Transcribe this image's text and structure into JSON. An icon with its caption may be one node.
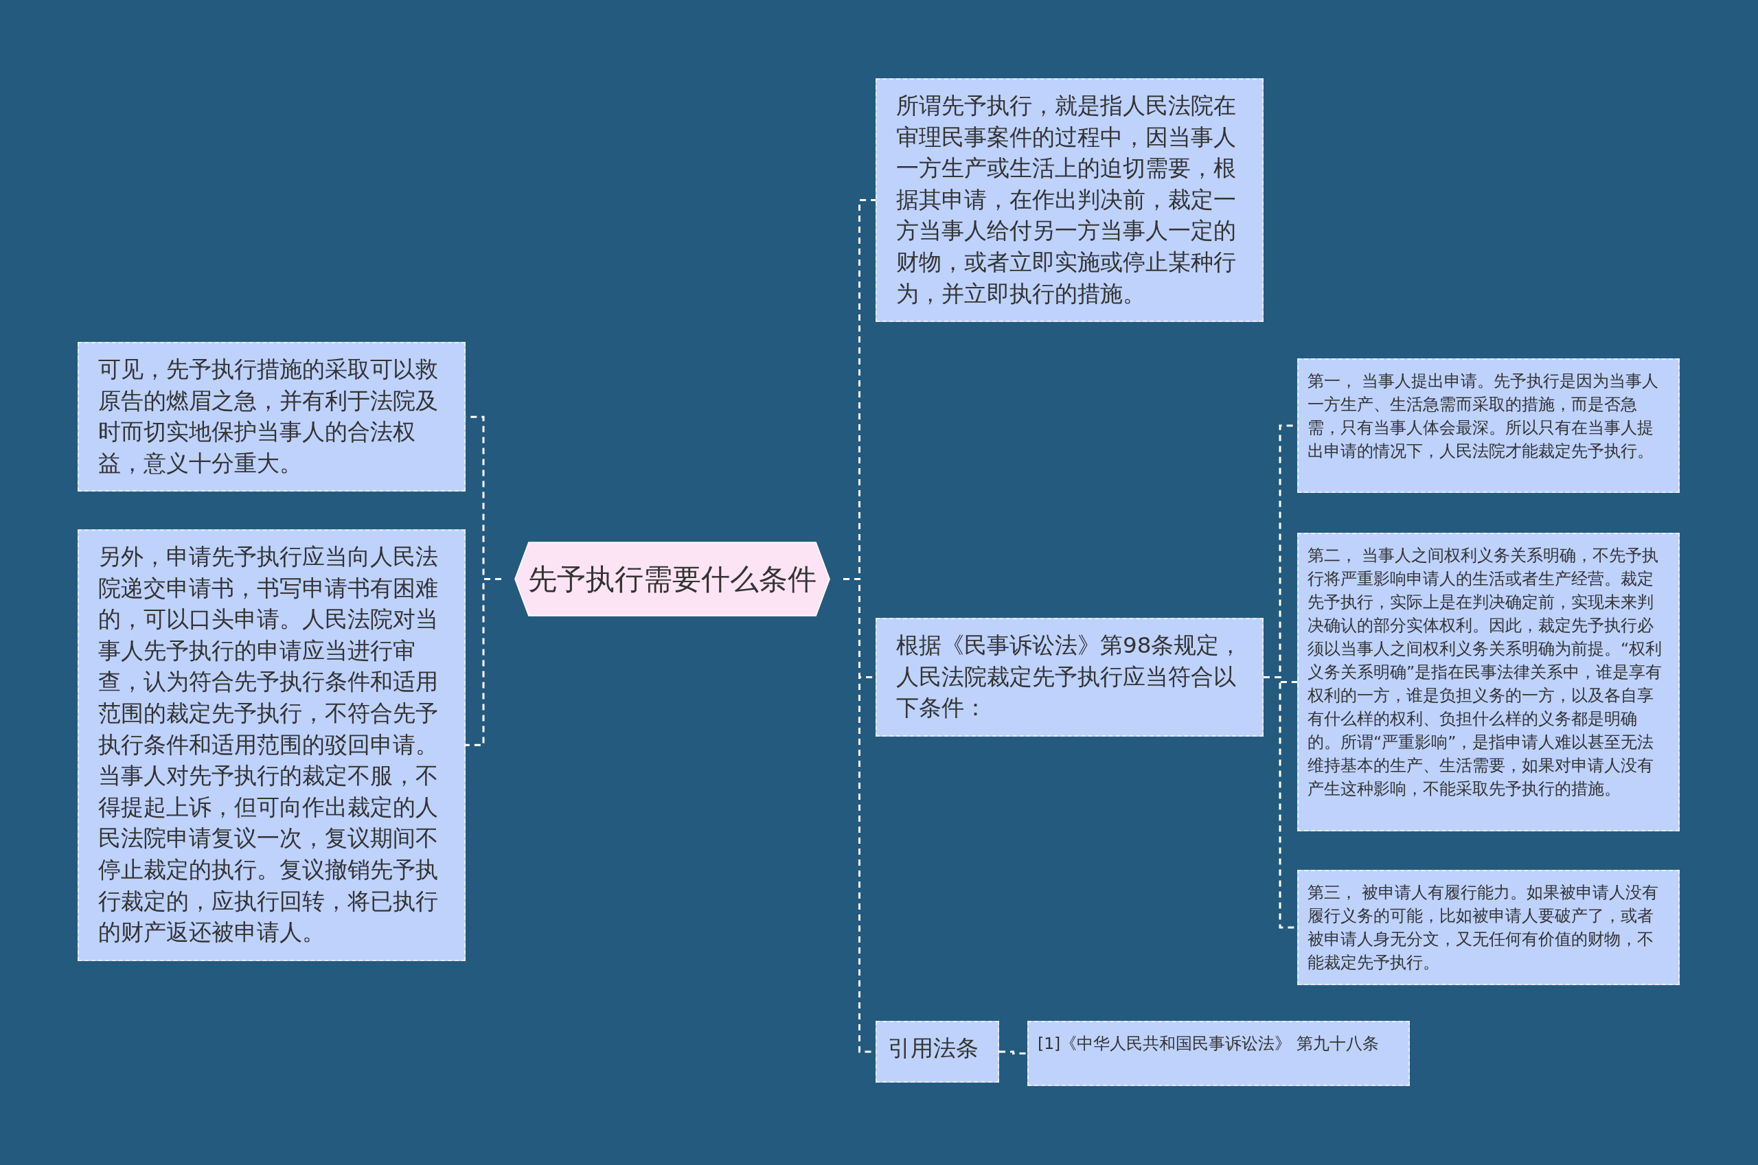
{
  "diagram": {
    "nodes": [
      {
        "text": [
          "先予执行需要什么条件"
        ]
      },
      {
        "text": [
          "可见，先予执行措施的采取可以救原告的燃眉之急，并有利于法院及时而切实地保护当事人的合法权益，意义十分重大。"
        ]
      },
      {
        "text": [
          "另外，申请先予执行应当向人民法院递交申请书，书写申请书有困难的，可以口头申请。人民法院对当事人先予执行的申请应当进行审查，认为符合先予执行条件和适用范围的裁定先予执行，不符合先予执行条件和适用范围的驳回申请。当事人对先予执行的裁定不服，不得提起上诉，但可向作出裁定的人民法院申请复议一次，复议期间不停止裁定的执行。复议撤销先予执行裁定的，应执行回转，将已执行的财产返还被申请人。"
        ]
      },
      {
        "text": [
          "所谓先予执行，就是指人民法院在审理民事案件的过程中，因当事人一方生产或生活上的迫切需要，根据其申请，在作出判决前，裁定一方当事人给付另一方当事人一定的财物，或者立即实施或停止某种行为，并立即执行的措施。"
        ]
      },
      {
        "text": [
          "根据《民事诉讼法》第98条规定，人民法院裁定先予执行应当符合以下条件："
        ]
      },
      {
        "text": [
          "第一， 当事人提出申请。先予执行是因为当事人一方生产、生活急需而采取的措施，而是否急需，只有当事人体会最深。所以只有在当事人提出申请的情况下，人民法院才能裁定先予执行。"
        ]
      },
      {
        "text": [
          "第二， 当事人之间权利义务关系明确，不先予执行将严重影响申请人的生活或者生产经营。裁定先予执行，实际上是在判决确定前，实现未来判决确认的部分实体权利。因此，裁定先予执行必须以当事人之间权利义务关系明确为前提。“权利义务关系明确”是指在民事法律关系中，谁是享有权利的一方，谁是负担义务的一方，以及各自享有什么样的权利、负担什么样的义务都是明确的。所谓“严重影响”，是指申请人难以甚至无法维持基本的生产、生活需要，如果对申请人没有产生这种影响，不能采取先予执行的措施。"
        ]
      },
      {
        "text": [
          "第三， 被申请人有履行能力。如果被申请人没有履行义务的可能，比如被申请人要破产了，或者被申请人身无分文，又无任何有价值的财物，不能裁定先予执行。"
        ]
      },
      {
        "text": [
          "引用法条"
        ]
      },
      {
        "text": [
          "[1]《中华人民共和国民事诉讼法》 第九十八条"
        ]
      }
    ],
    "edges": [
      {
        "from": 0,
        "to": 1,
        "arrow": "none",
        "style": "dashed"
      },
      {
        "from": 0,
        "to": 2,
        "arrow": "none",
        "style": "dashed"
      },
      {
        "from": 0,
        "to": 3,
        "arrow": "none",
        "style": "dashed"
      },
      {
        "from": 0,
        "to": 4,
        "arrow": "none",
        "style": "dashed"
      },
      {
        "from": 0,
        "to": 8,
        "arrow": "none",
        "style": "dashed"
      },
      {
        "from": 4,
        "to": 5,
        "arrow": "none",
        "style": "dashed"
      },
      {
        "from": 4,
        "to": 6,
        "arrow": "none",
        "style": "dashed"
      },
      {
        "from": 4,
        "to": 7,
        "arrow": "none",
        "style": "dashed"
      },
      {
        "from": 8,
        "to": 9,
        "arrow": "none",
        "style": "dashed"
      }
    ]
  }
}
